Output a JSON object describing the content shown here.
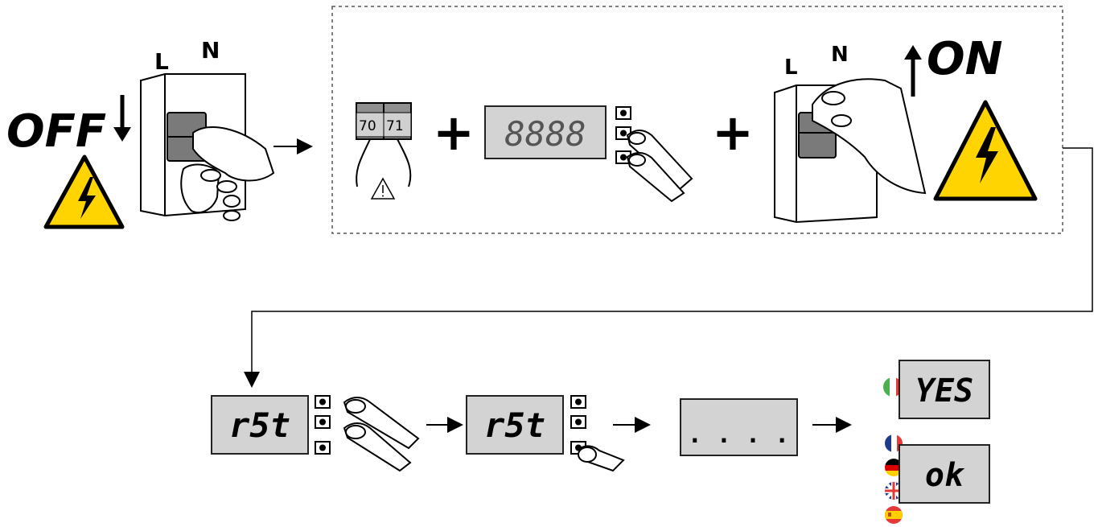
{
  "step1": {
    "label_off": "OFF",
    "label_l": "L",
    "label_n": "N"
  },
  "step2": {
    "terminal_a": "70",
    "terminal_b": "71",
    "display_text": "8888",
    "plus": "+",
    "label_on": "ON",
    "label_l": "L",
    "label_n": "N"
  },
  "step3": {
    "display_rst_1": "r5t",
    "display_rst_2": "r5t",
    "display_dots": ". . . .",
    "display_yes": "YES",
    "display_ok": "ok"
  },
  "colors": {
    "warning_yellow": "#ffd400",
    "display_gray": "#d3d3d3",
    "terminal_gray": "#8f8f8f",
    "switch_gray": "#7a7a7a",
    "line_black": "#000000"
  },
  "flags": [
    "italy-flag",
    "france-flag",
    "germany-flag",
    "uk-flag",
    "spain-flag"
  ]
}
